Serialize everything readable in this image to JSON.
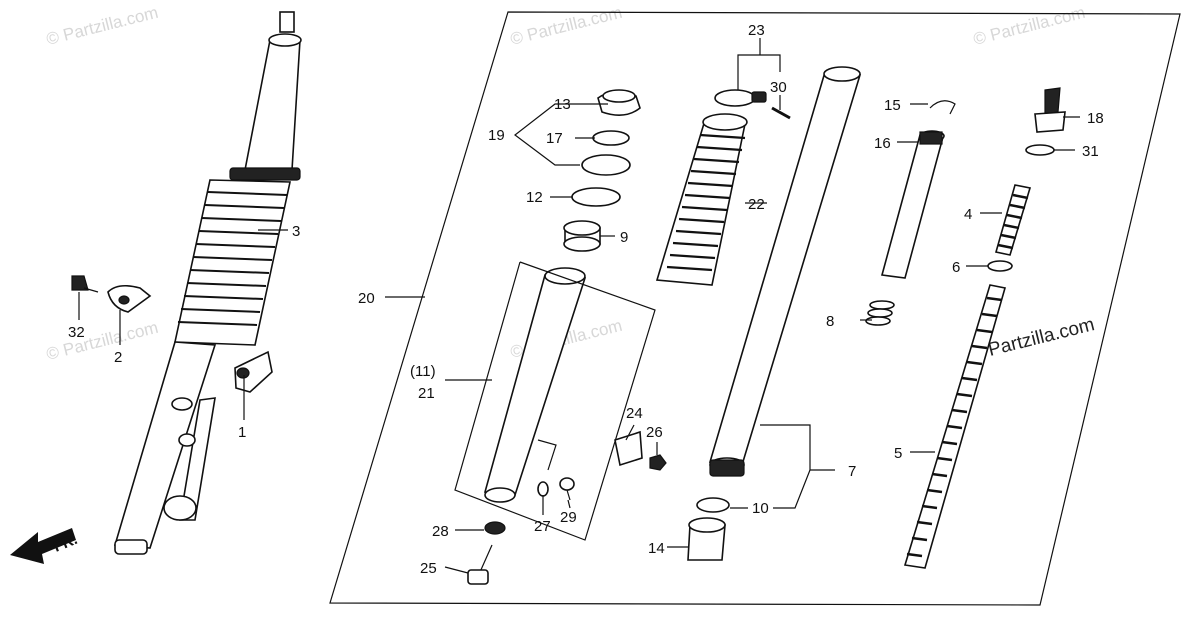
{
  "diagram": {
    "watermark_text": "© Partzilla.com",
    "brand_text": "Partzilla.com",
    "front_indicator": "FR.",
    "labels": {
      "l1": "1",
      "l2": "2",
      "l3": "3",
      "l4": "4",
      "l5": "5",
      "l6": "6",
      "l7": "7",
      "l8": "8",
      "l9": "9",
      "l10": "10",
      "l11": "(11)",
      "l12": "12",
      "l13": "13",
      "l14": "14",
      "l15": "15",
      "l16": "16",
      "l17": "17",
      "l18": "18",
      "l19": "19",
      "l20": "20",
      "l21": "21",
      "l22": "22",
      "l23": "23",
      "l24": "24",
      "l25": "25",
      "l26": "26",
      "l27": "27",
      "l28": "28",
      "l29": "29",
      "l30": "30",
      "l31": "31",
      "l32": "32"
    }
  }
}
